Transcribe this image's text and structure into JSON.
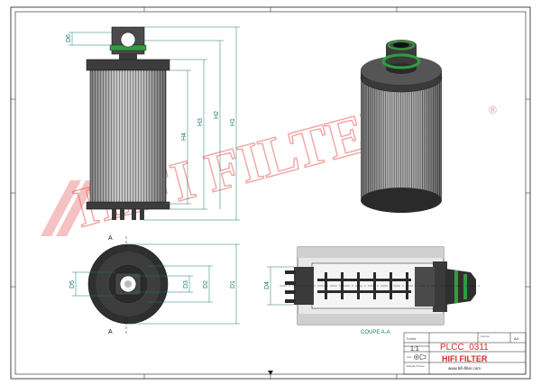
{
  "watermark": {
    "text": "HIFI FILTER",
    "registered": "®"
  },
  "dimensions": {
    "d6": "D6",
    "h4": "H4",
    "h3": "H3",
    "h2": "H2",
    "h1": "H1",
    "d5": "D5",
    "d3": "D3",
    "d2": "D2",
    "d1": "D1",
    "d4": "D4"
  },
  "section": {
    "marker": "A",
    "caption": "COUPE A-A"
  },
  "title_block": {
    "scale": "1:1",
    "part_number": "PLCC_0311",
    "brand": "HIFI FILTER",
    "website": "www.hifi-filter.com",
    "label_small_1": "Echelle",
    "label_small_2": "Format",
    "label_small_3": "A4",
    "label_small_4": "Vue",
    "label_small_5": "Echelle Pieces"
  },
  "colors": {
    "line": "#1a1a1a",
    "dimension": "#1a7a6a",
    "watermark": "#e23a3a",
    "brand_red": "#d42a2a",
    "seal_green": "#2e9e3e"
  }
}
